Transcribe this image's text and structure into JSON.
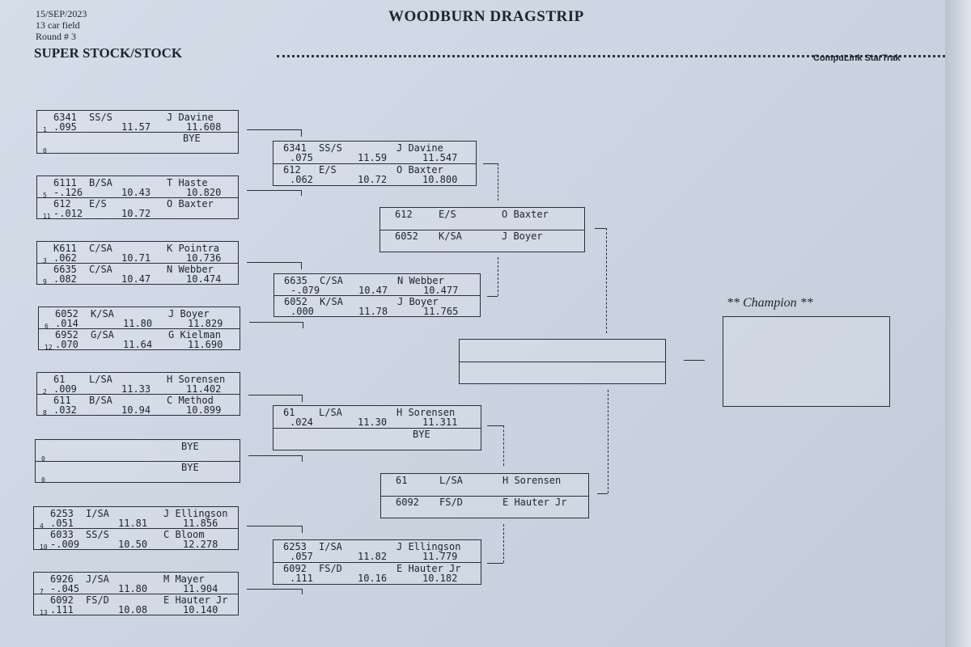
{
  "header": {
    "date": "15/SEP/2023",
    "field": "13 car field",
    "round": "Round # 3",
    "track": "WOODBURN DRAGSTRIP",
    "class_name": "SUPER STOCK/STOCK",
    "vendor": "CompuLink StarTrak"
  },
  "round1": [
    {
      "top": {
        "seed": "1",
        "car": "6341",
        "cls": "SS/S",
        "name": "J Davine",
        "rt": ".095",
        "et": "11.57",
        "dial": "11.608"
      },
      "bot": {
        "seed": "0",
        "car": "",
        "cls": "",
        "name": "BYE",
        "rt": "",
        "et": "",
        "dial": ""
      }
    },
    {
      "top": {
        "seed": "5",
        "car": "6111",
        "cls": "B/SA",
        "name": "T Haste",
        "rt": "-.126",
        "et": "10.43",
        "dial": "10.820"
      },
      "bot": {
        "seed": "11",
        "car": "612",
        "cls": "E/S",
        "name": "O Baxter",
        "rt": "-.012",
        "et": "10.72",
        "dial": ""
      }
    },
    {
      "top": {
        "seed": "3",
        "car": "K611",
        "cls": "C/SA",
        "name": "K Pointra",
        "rt": ".062",
        "et": "10.71",
        "dial": "10.736"
      },
      "bot": {
        "seed": "9",
        "car": "6635",
        "cls": "C/SA",
        "name": "N Webber",
        "rt": ".082",
        "et": "10.47",
        "dial": "10.474"
      }
    },
    {
      "top": {
        "seed": "6",
        "car": "6052",
        "cls": "K/SA",
        "name": "J Boyer",
        "rt": ".014",
        "et": "11.80",
        "dial": "11.829"
      },
      "bot": {
        "seed": "12",
        "car": "6952",
        "cls": "G/SA",
        "name": "G Kielman",
        "rt": ".070",
        "et": "11.64",
        "dial": "11.690"
      }
    },
    {
      "top": {
        "seed": "2",
        "car": "61",
        "cls": "L/SA",
        "name": "H Sorensen",
        "rt": ".009",
        "et": "11.33",
        "dial": "11.402"
      },
      "bot": {
        "seed": "8",
        "car": "611",
        "cls": "B/SA",
        "name": "C Method",
        "rt": ".032",
        "et": "10.94",
        "dial": "10.899"
      }
    },
    {
      "top": {
        "seed": "0",
        "car": "",
        "cls": "",
        "name": "BYE",
        "rt": "",
        "et": "",
        "dial": ""
      },
      "bot": {
        "seed": "0",
        "car": "",
        "cls": "",
        "name": "BYE",
        "rt": "",
        "et": "",
        "dial": ""
      }
    },
    {
      "top": {
        "seed": "4",
        "car": "6253",
        "cls": "I/SA",
        "name": "J Ellingson",
        "rt": ".051",
        "et": "11.81",
        "dial": "11.856"
      },
      "bot": {
        "seed": "10",
        "car": "6033",
        "cls": "SS/S",
        "name": "C Bloom",
        "rt": "-.009",
        "et": "10.50",
        "dial": "12.278"
      }
    },
    {
      "top": {
        "seed": "7",
        "car": "6926",
        "cls": "J/SA",
        "name": "M Mayer",
        "rt": "-.045",
        "et": "11.80",
        "dial": "11.904"
      },
      "bot": {
        "seed": "13",
        "car": "6092",
        "cls": "FS/D",
        "name": "E Hauter Jr",
        "rt": ".111",
        "et": "10.08",
        "dial": "10.140"
      }
    }
  ],
  "round2": [
    {
      "top": {
        "car": "6341",
        "cls": "SS/S",
        "name": "J Davine",
        "rt": ".075",
        "et": "11.59",
        "dial": "11.547"
      },
      "bot": {
        "car": "612",
        "cls": "E/S",
        "name": "O Baxter",
        "rt": ".062",
        "et": "10.72",
        "dial": "10.800"
      }
    },
    {
      "top": {
        "car": "6635",
        "cls": "C/SA",
        "name": "N Webber",
        "rt": "-.079",
        "et": "10.47",
        "dial": "10.477"
      },
      "bot": {
        "car": "6052",
        "cls": "K/SA",
        "name": "J Boyer",
        "rt": ".000",
        "et": "11.78",
        "dial": "11.765"
      }
    },
    {
      "top": {
        "car": "61",
        "cls": "L/SA",
        "name": "H Sorensen",
        "rt": ".024",
        "et": "11.30",
        "dial": "11.311"
      },
      "bot": {
        "car": "",
        "cls": "",
        "name": "BYE",
        "rt": "",
        "et": "",
        "dial": ""
      }
    },
    {
      "top": {
        "car": "6253",
        "cls": "I/SA",
        "name": "J Ellingson",
        "rt": ".057",
        "et": "11.82",
        "dial": "11.779"
      },
      "bot": {
        "car": "6092",
        "cls": "FS/D",
        "name": "E Hauter Jr",
        "rt": ".111",
        "et": "10.16",
        "dial": "10.182"
      }
    }
  ],
  "round3": [
    {
      "top": {
        "car": "612",
        "cls": "E/S",
        "name": "O Baxter"
      },
      "bot": {
        "car": "6052",
        "cls": "K/SA",
        "name": "J Boyer"
      }
    },
    {
      "top": {
        "car": "61",
        "cls": "L/SA",
        "name": "H Sorensen"
      },
      "bot": {
        "car": "6092",
        "cls": "FS/D",
        "name": "E Hauter Jr"
      }
    }
  ],
  "champion_label": "** Champion **"
}
